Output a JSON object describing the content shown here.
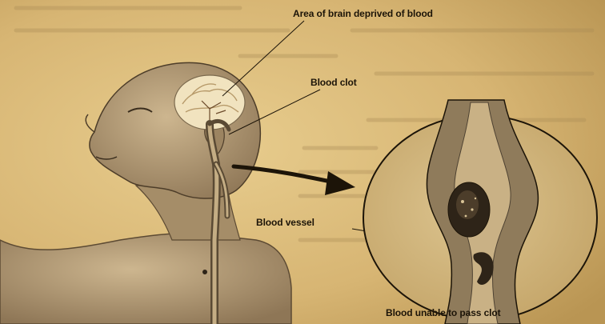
{
  "diagram": {
    "labels": {
      "area_deprived": "Area of brain deprived of blood",
      "blood_clot": "Blood clot",
      "blood_vessel": "Blood vessel",
      "blood_unable": "Blood unable to pass clot"
    },
    "colors": {
      "paper": "#d9b877",
      "ink": "#1c1408",
      "skin": "#b39a74",
      "brain": "#f1e3bf",
      "vessel_wall": "#7c6a4e",
      "clot": "#2e2418"
    }
  }
}
